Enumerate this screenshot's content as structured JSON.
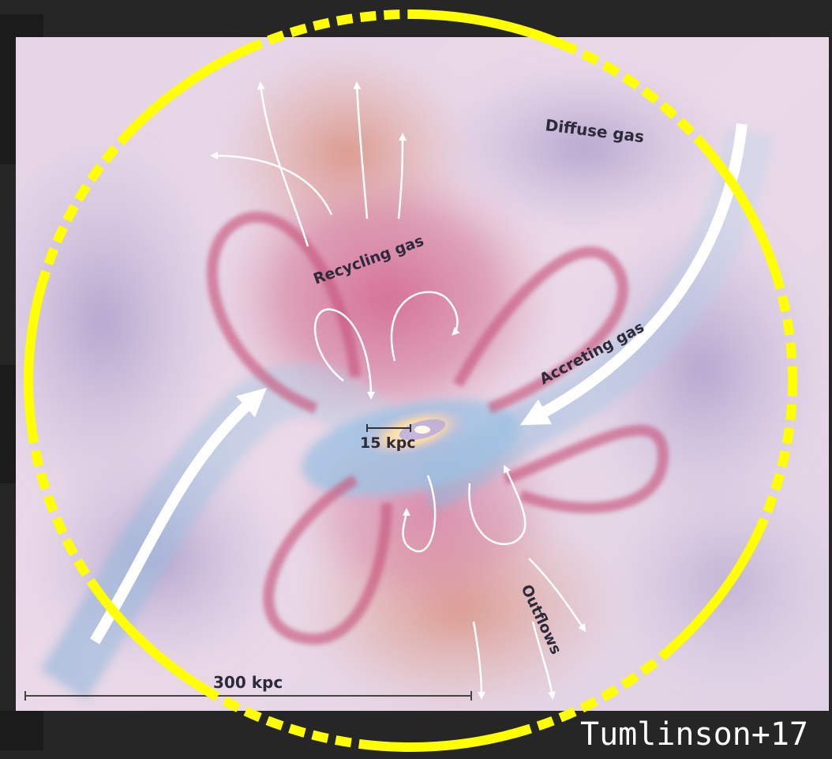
{
  "figure": {
    "labels": {
      "diffuse_gas": "Diffuse gas",
      "recycling_gas": "Recycling gas",
      "accreting_gas": "Accreting gas",
      "outflows": "Outflows",
      "inner_scale": "15 kpc",
      "outer_scale": "300 kpc"
    }
  },
  "citation": "Tumlinson+17",
  "colors": {
    "highlight_circle": "#ffff00",
    "background": "#262626",
    "text": "#ffffff"
  }
}
